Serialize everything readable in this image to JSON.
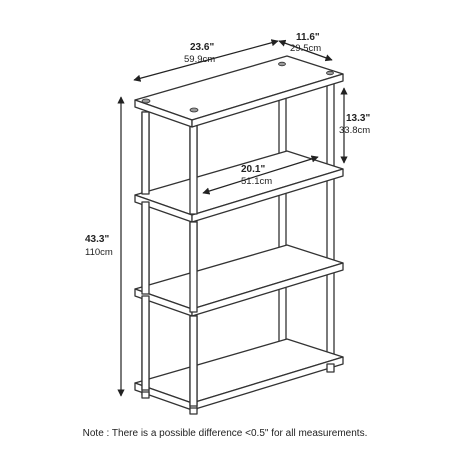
{
  "dimensions": {
    "width": {
      "imperial": "23.6\"",
      "metric": "59.9cm"
    },
    "depth": {
      "imperial": "11.6\"",
      "metric": "29.5cm"
    },
    "shelf_spacing": {
      "imperial": "13.3\"",
      "metric": "33.8cm"
    },
    "inner_width": {
      "imperial": "20.1\"",
      "metric": "51.1cm"
    },
    "height": {
      "imperial": "43.3\"",
      "metric": "110cm"
    }
  },
  "footnote": "Note : There is a possible difference <0.5\" for all measurements.",
  "colors": {
    "line": "#333333",
    "shelf_fill": "#ffffff",
    "cap_fill": "#9a9a9a"
  }
}
